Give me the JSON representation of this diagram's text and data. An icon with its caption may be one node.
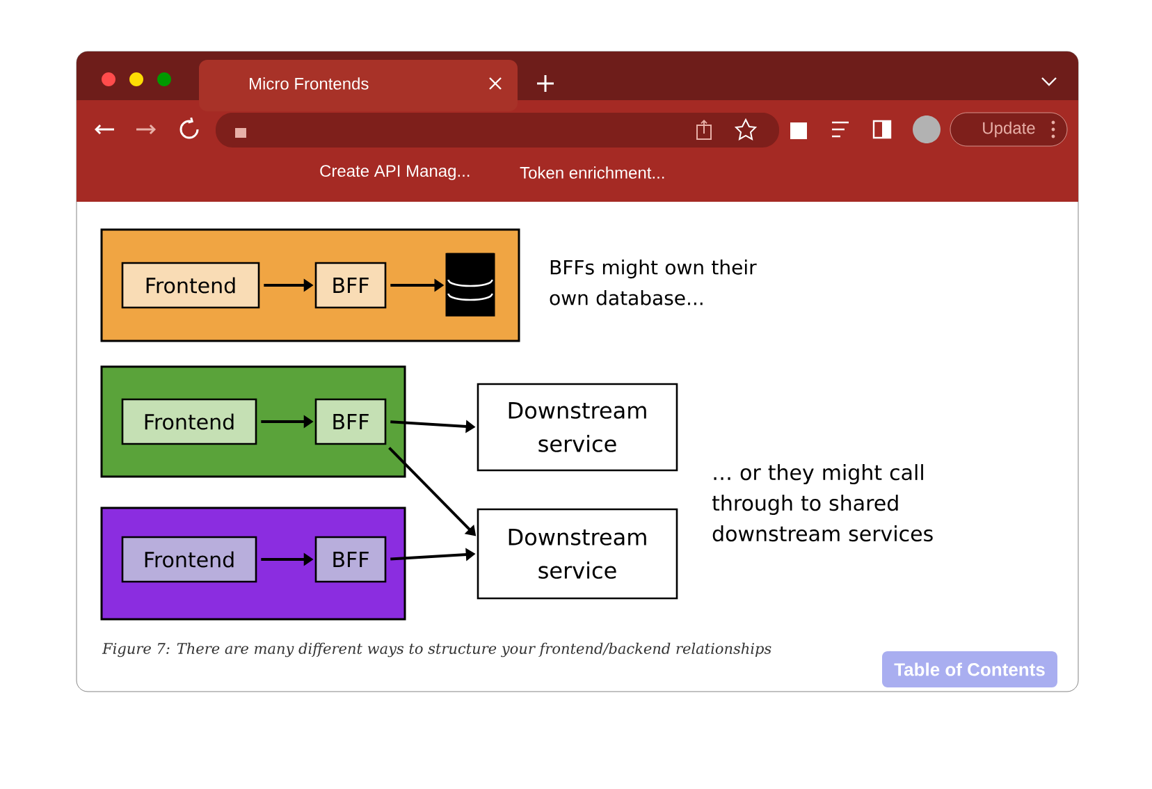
{
  "diagram": {
    "caption": "Figure 7: There are many different ways to structure your frontend/backend relationships",
    "nodes": [
      {
        "text": [],
        "shape": "box"
      },
      {
        "text": [
          "Frontend"
        ],
        "in": 0
      },
      {
        "text": [
          "BFF"
        ],
        "in": 0
      },
      {
        "text": [],
        "shape": "cylinder",
        "in": 0
      },
      {
        "text": [],
        "shape": "box"
      },
      {
        "text": [
          "Frontend"
        ],
        "in": 4
      },
      {
        "text": [
          "BFF"
        ],
        "in": 4
      },
      {
        "text": [
          "Downstream service"
        ]
      },
      {
        "text": [],
        "shape": "box"
      },
      {
        "text": [
          "Frontend"
        ],
        "in": 8
      },
      {
        "text": [
          "BFF"
        ],
        "in": 8
      },
      {
        "text": [
          "Downstream service"
        ]
      }
    ],
    "edges": [
      {
        "from": 1,
        "to": 2,
        "arrow": "to"
      },
      {
        "from": 2,
        "to": 3,
        "arrow": "to"
      },
      {
        "from": 5,
        "to": 6,
        "arrow": "to"
      },
      {
        "from": 6,
        "to": 7,
        "arrow": "to"
      },
      {
        "from": 6,
        "to": 11,
        "arrow": "to"
      },
      {
        "from": 9,
        "to": 10,
        "arrow": "to"
      },
      {
        "from": 10,
        "to": 11,
        "arrow": "to"
      }
    ],
    "labels": [
      "Micro Frontends",
      "Create API Manag...",
      "Token enrichment...",
      "Update",
      "BFFs might own their own database...",
      "… or they might call through to shared downstream services",
      "Table of Contents"
    ]
  }
}
